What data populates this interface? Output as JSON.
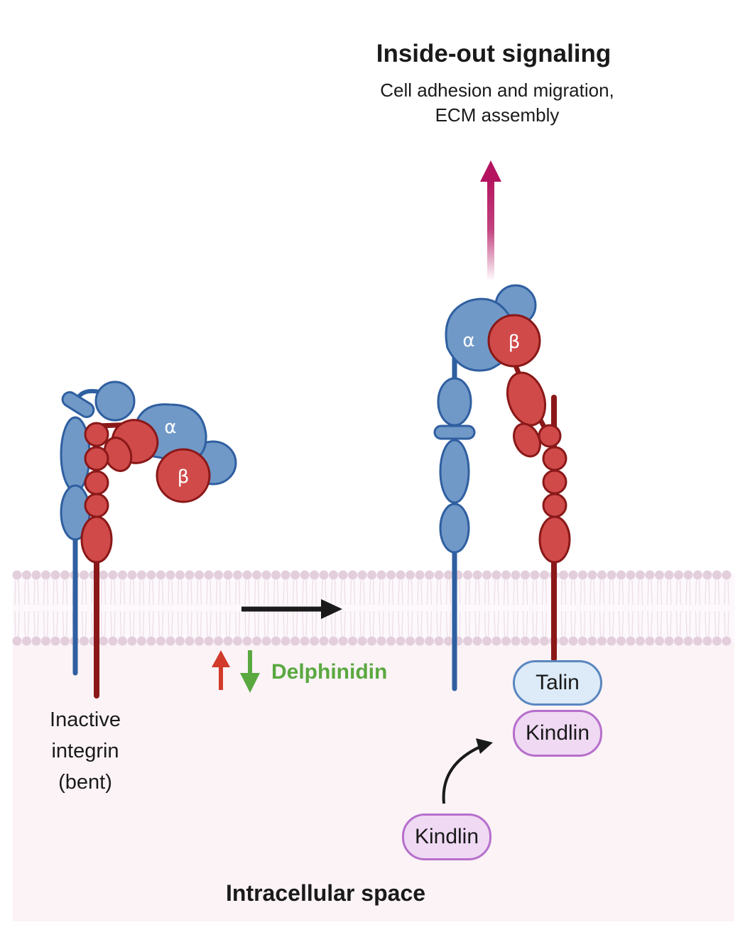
{
  "title": "Inside-out signaling",
  "subtitle_line1": "Cell adhesion and migration,",
  "subtitle_line2": "ECM assembly",
  "inactive_label": {
    "line1": "Inactive",
    "line2": "integrin",
    "line3": "(bent)"
  },
  "delphinidin_label": "Delphinidin",
  "region_label": "Intracellular space",
  "talin_label": "Talin",
  "kindlin_bound_label": "Kindlin",
  "kindlin_free_label": "Kindlin",
  "subunit_labels": {
    "alpha": "α",
    "beta": "β"
  },
  "colors": {
    "alpha_fill": "#7099c8",
    "alpha_stroke": "#2f5fa0",
    "beta_fill": "#d04a4a",
    "beta_stroke": "#8a1818",
    "membrane": "#e9dce6",
    "intracellular": "#fbf3f6",
    "up_arrow_red": "#d23a2a",
    "down_arrow_green": "#5aa840",
    "signal_arrow": "#b3135f"
  }
}
